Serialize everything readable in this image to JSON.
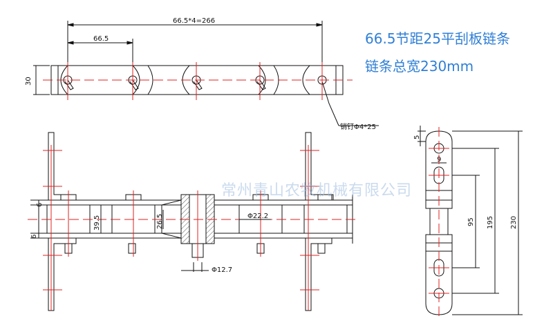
{
  "title_line1": "66.5节距25平刮板链条",
  "title_line2": "链条总宽230mm",
  "watermark": "常州青山农牧机械有限公司",
  "dims": {
    "total_pitch": "66.5*4=266",
    "pitch": "66.5",
    "height": "30",
    "pin": "销钉Φ4*25",
    "d5": "5",
    "d9": "9",
    "d95": "95",
    "d195": "195",
    "d230": "230",
    "d6a": "6",
    "d6b": "6",
    "d39_5": "39.5",
    "d26_5": "26.5",
    "d22_2": "Φ22.2",
    "d12_7": "Φ12.7"
  },
  "colors": {
    "title": "#2f7fd6",
    "center": "#e02020",
    "line": "#111111",
    "hatch": "#555555"
  }
}
